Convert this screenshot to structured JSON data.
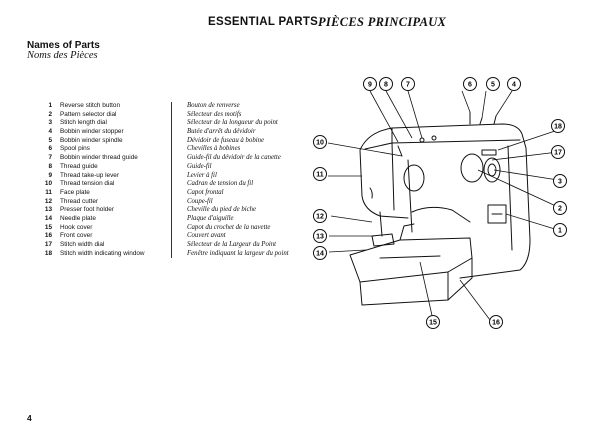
{
  "header": {
    "title_en": "ESSENTIAL PARTS",
    "title_fr": "PIÈCES PRINCIPAUX"
  },
  "section": {
    "title_en": "Names of Parts",
    "title_fr": "Noms des Pièces"
  },
  "parts": [
    {
      "num": "1",
      "en": "Reverse stitch button",
      "fr": "Bouton de renverse"
    },
    {
      "num": "2",
      "en": "Pattern selector dial",
      "fr": "Sélecteur des motifs"
    },
    {
      "num": "3",
      "en": "Stitch length dial",
      "fr": "Sélecteur de la longueur du point"
    },
    {
      "num": "4",
      "en": "Bobbin winder stopper",
      "fr": "Butée d'arrêt du dévidoir"
    },
    {
      "num": "5",
      "en": "Bobbin winder spindle",
      "fr": "Dévidoir de fuseau à bobine"
    },
    {
      "num": "6",
      "en": "Spool pins",
      "fr": "Chevilles à bobines"
    },
    {
      "num": "7",
      "en": "Bobbin winder thread guide",
      "fr": "Guide-fil du dévidoir de la canette"
    },
    {
      "num": "8",
      "en": "Thread guide",
      "fr": "Guide-fil"
    },
    {
      "num": "9",
      "en": "Thread take-up lever",
      "fr": "Levier à fil"
    },
    {
      "num": "10",
      "en": "Thread tension dial",
      "fr": "Cadran de tension du fil"
    },
    {
      "num": "11",
      "en": "Face plate",
      "fr": "Capot frontal"
    },
    {
      "num": "12",
      "en": "Thread cutter",
      "fr": "Coupe-fil"
    },
    {
      "num": "13",
      "en": "Presser foot holder",
      "fr": "Cheville du pied de biche"
    },
    {
      "num": "14",
      "en": "Needle plate",
      "fr": "Plaque d'aiguille"
    },
    {
      "num": "15",
      "en": "Hook cover",
      "fr": "Capot du crochet de la navette"
    },
    {
      "num": "16",
      "en": "Front cover",
      "fr": "Couvert avant"
    },
    {
      "num": "17",
      "en": "Stitch width dial",
      "fr": "Sélecteur de la Largeur du Point"
    },
    {
      "num": "18",
      "en": "Stitch width indicating window",
      "fr": "Fenêtre indiquant la largeur du point"
    }
  ],
  "callouts": [
    "1",
    "2",
    "3",
    "4",
    "5",
    "6",
    "7",
    "8",
    "9",
    "10",
    "11",
    "12",
    "13",
    "14",
    "15",
    "16",
    "17",
    "18"
  ],
  "page_number": "4"
}
